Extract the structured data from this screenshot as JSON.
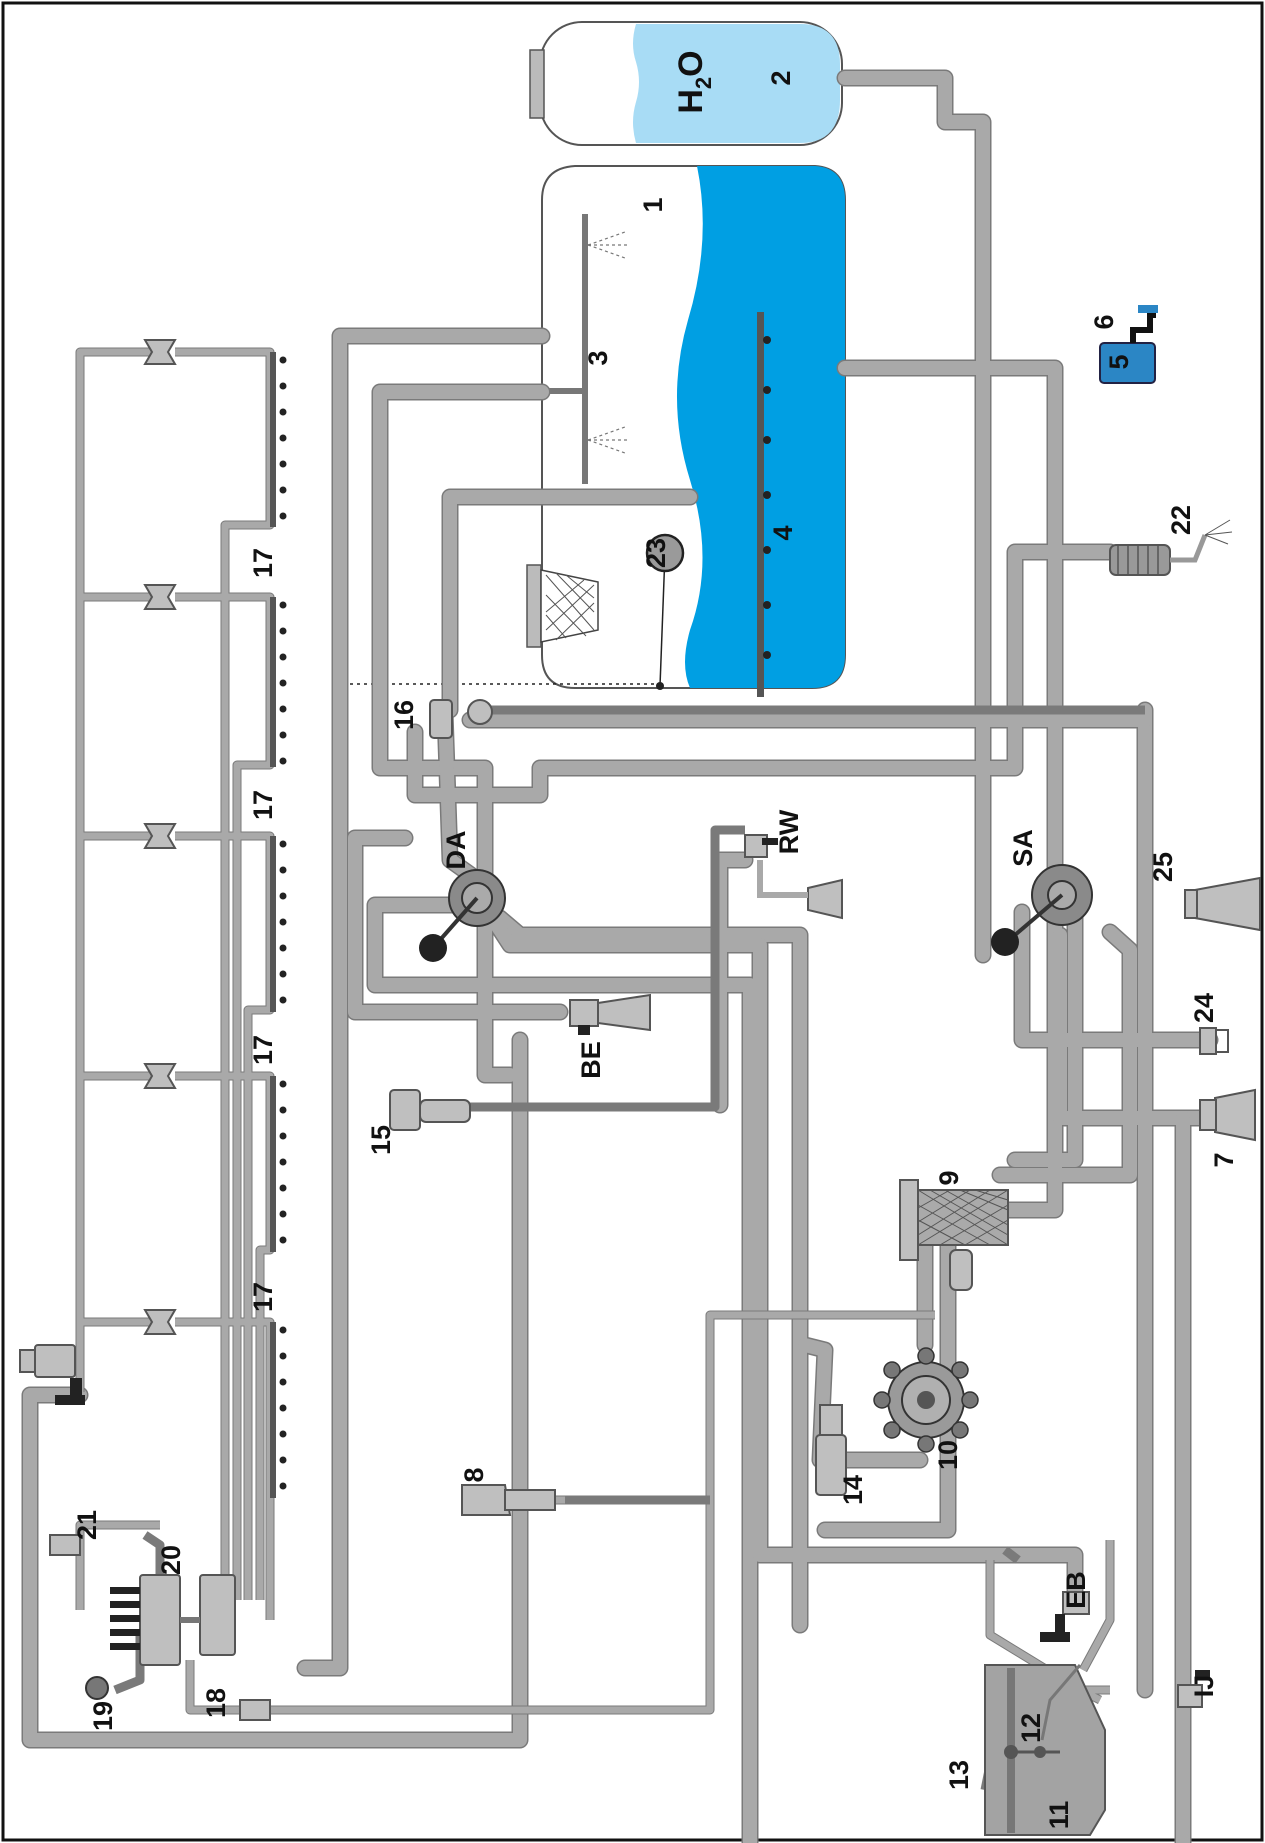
{
  "water_tank": {
    "formula": "H",
    "subscript": "2",
    "oxygen": "O"
  },
  "labels": [
    "1",
    "2",
    "3",
    "4",
    "5",
    "6",
    "7",
    "8",
    "9",
    "10",
    "11",
    "12",
    "13",
    "14",
    "15",
    "16",
    "17",
    "17",
    "17",
    "17",
    "18",
    "19",
    "20",
    "21",
    "22",
    "23",
    "24",
    "25",
    "DA",
    "SA",
    "RW",
    "BE",
    "EB",
    "IJ"
  ],
  "colors": {
    "spray_liquid": "#009fe3",
    "clean_water": "#a8dcf5",
    "pipe": "#a9a9a9",
    "pipe_edge": "#7a7a7a"
  }
}
